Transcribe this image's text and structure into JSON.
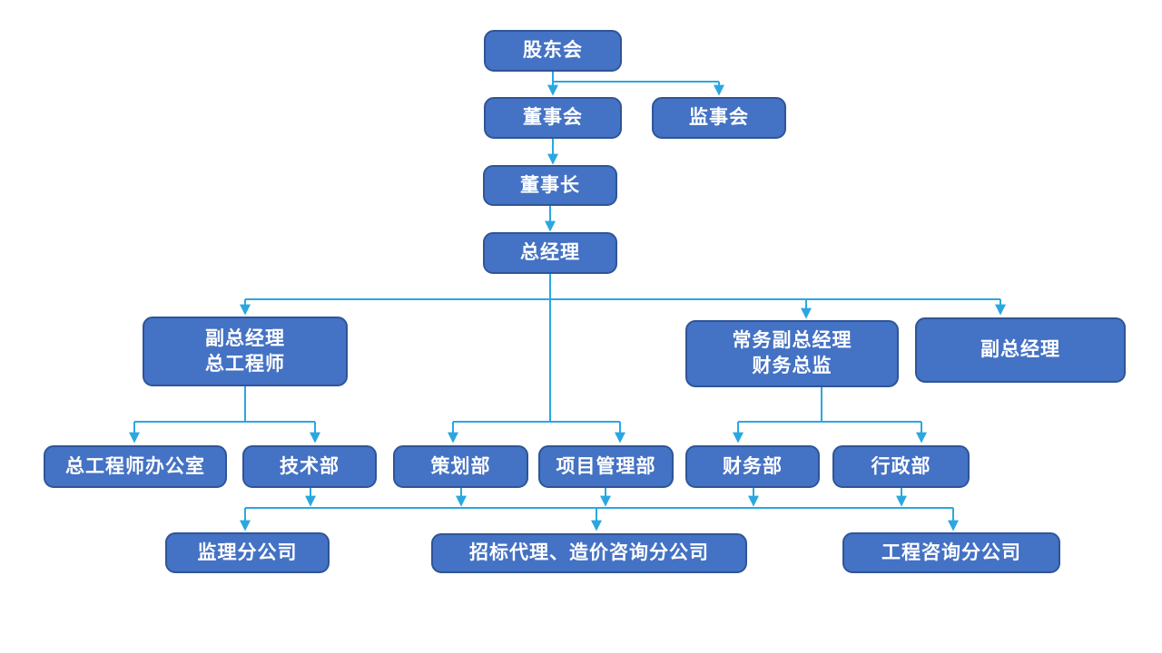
{
  "diagram": {
    "type": "org-chart",
    "background": "#FFFFFF",
    "colors": {
      "node_fill": "#4472C4",
      "node_border": "#2F5597",
      "node_text": "#FFFFFF",
      "connector": "#2BA7E0"
    },
    "nodes": [
      {
        "id": "shareholders-meeting",
        "label": "股东会"
      },
      {
        "id": "board-of-directors",
        "label": "董事会"
      },
      {
        "id": "supervisory-board",
        "label": "监事会"
      },
      {
        "id": "chairman",
        "label": "董事长"
      },
      {
        "id": "general-manager",
        "label": "总经理"
      },
      {
        "id": "deputy-gm-chief-engineer",
        "line1": "副总经理",
        "line2": "总工程师"
      },
      {
        "id": "exec-deputy-gm-cfo",
        "line1": "常务副总经理",
        "line2": "财务总监"
      },
      {
        "id": "deputy-gm",
        "label": "副总经理"
      },
      {
        "id": "chief-engineer-office",
        "label": "总工程师办公室"
      },
      {
        "id": "technology-dept",
        "label": "技术部"
      },
      {
        "id": "planning-dept",
        "label": "策划部"
      },
      {
        "id": "project-management-dept",
        "label": "项目管理部"
      },
      {
        "id": "finance-dept",
        "label": "财务部"
      },
      {
        "id": "administration-dept",
        "label": "行政部"
      },
      {
        "id": "supervision-branch",
        "label": "监理分公司"
      },
      {
        "id": "bidding-agency-cost-consulting-branch",
        "label": "招标代理、造价咨询分公司"
      },
      {
        "id": "engineering-consulting-branch",
        "label": "工程咨询分公司"
      }
    ]
  }
}
